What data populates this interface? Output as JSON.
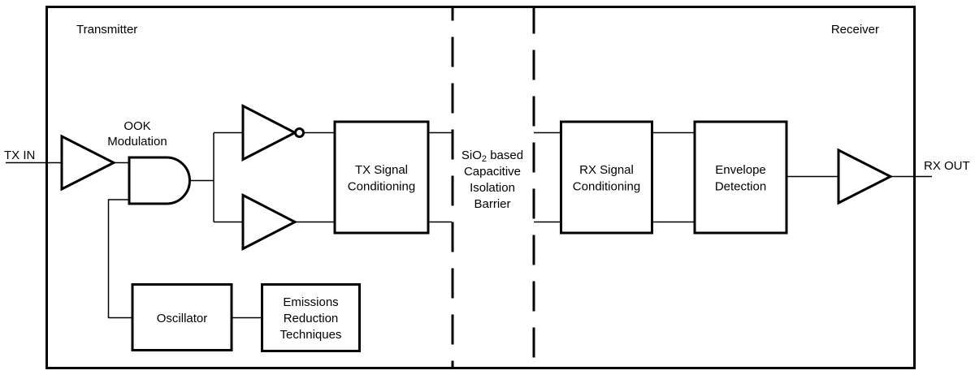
{
  "regions": {
    "transmitter_label": "Transmitter",
    "receiver_label": "Receiver"
  },
  "ports": {
    "tx_in": "TX IN",
    "rx_out": "RX OUT"
  },
  "gates": {
    "ook_modulation": {
      "lines": [
        "OOK",
        "Modulation"
      ]
    }
  },
  "blocks": {
    "tx_signal_conditioning": {
      "lines": [
        "TX Signal",
        "Conditioning"
      ]
    },
    "rx_signal_conditioning": {
      "lines": [
        "RX Signal",
        "Conditioning"
      ]
    },
    "envelope_detection": {
      "lines": [
        "Envelope",
        "Detection"
      ]
    },
    "oscillator": {
      "lines": [
        "Oscillator"
      ]
    },
    "emissions_reduction": {
      "lines": [
        "Emissions",
        "Reduction",
        "Techniques"
      ]
    }
  },
  "barrier": {
    "material_prefix": "SiO",
    "material_sub": "2",
    "material_suffix": " based",
    "lines": [
      "Capacitive",
      "Isolation",
      "Barrier"
    ]
  },
  "colors": {
    "ink": "#000000",
    "background": "#ffffff"
  }
}
